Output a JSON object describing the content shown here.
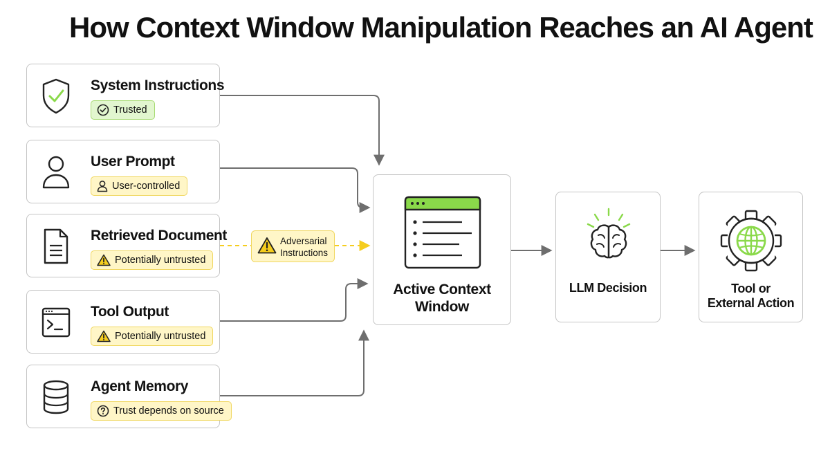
{
  "title": "How Context Window Manipulation Reaches an AI Agent",
  "sources": [
    {
      "label": "System Instructions",
      "badge": "Trusted",
      "badge_tone": "green",
      "icon": "shield-check-icon"
    },
    {
      "label": "User Prompt",
      "badge": "User-controlled",
      "badge_tone": "yellow",
      "icon": "user-icon"
    },
    {
      "label": "Retrieved Document",
      "badge": "Potentially untrusted",
      "badge_tone": "yellow",
      "icon": "document-icon"
    },
    {
      "label": "Tool Output",
      "badge": "Potentially untrusted",
      "badge_tone": "yellow",
      "icon": "terminal-icon"
    },
    {
      "label": "Agent Memory",
      "badge": "Trust depends on source",
      "badge_tone": "yellow",
      "icon": "database-icon"
    }
  ],
  "adversarial": {
    "line1": "Adversarial",
    "line2": "Instructions",
    "icon": "warning-icon"
  },
  "context_window": {
    "line1": "Active Context",
    "line2": "Window",
    "icon": "browser-window-icon"
  },
  "llm": {
    "label": "LLM Decision",
    "icon": "brain-icon"
  },
  "action": {
    "line1": "Tool or",
    "line2": "External Action",
    "icon": "gear-globe-icon"
  },
  "colors": {
    "accent_green": "#8ad94a",
    "accent_yellow": "#f5cd1e",
    "connector": "#6e6e6e",
    "border": "#c4c4c4"
  }
}
